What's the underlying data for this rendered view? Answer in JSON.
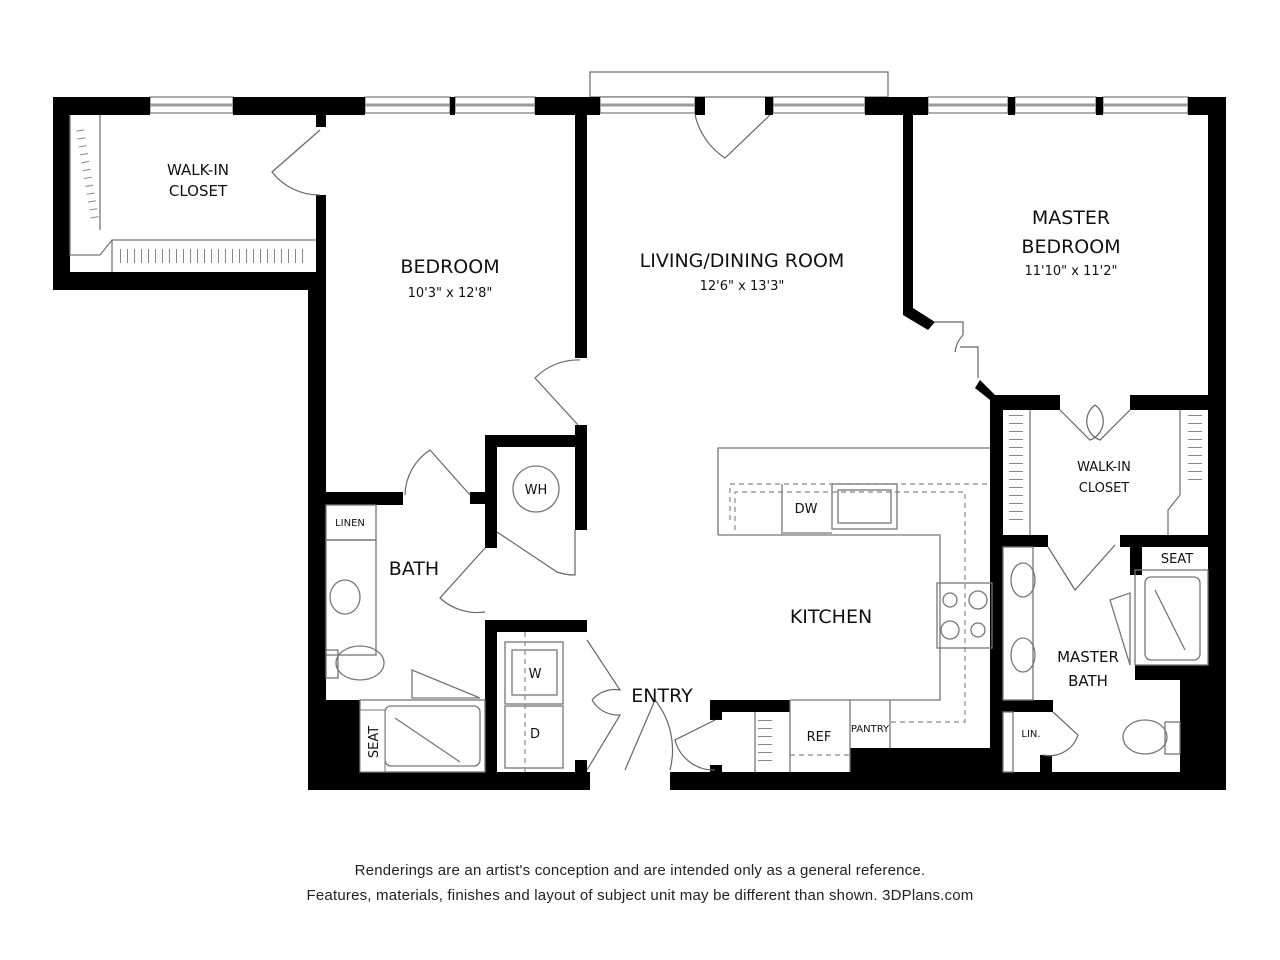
{
  "rooms": {
    "walk_in_closet_1": {
      "line1": "WALK-IN",
      "line2": "CLOSET"
    },
    "bedroom": {
      "name": "BEDROOM",
      "size": "10'3\" x 12'8\""
    },
    "living": {
      "name": "LIVING/DINING ROOM",
      "size": "12'6\" x 13'3\""
    },
    "master_bedroom": {
      "line1": "MASTER",
      "line2": "BEDROOM",
      "size": "11'10\" x 11'2\""
    },
    "walk_in_closet_2": {
      "line1": "WALK-IN",
      "line2": "CLOSET"
    },
    "bath": "BATH",
    "linen": "LINEN",
    "wh": "WH",
    "dw": "DW",
    "kitchen": "KITCHEN",
    "washer": "W",
    "dryer": "D",
    "entry": "ENTRY",
    "ref": "REF",
    "pantry": "PANTRY",
    "seat_bath": "SEAT",
    "seat_master": "SEAT",
    "master_bath": {
      "line1": "MASTER",
      "line2": "BATH"
    },
    "lin": "LIN."
  },
  "disclaimer": {
    "line1": "Renderings are an artist's conception and are intended only as a general reference.",
    "line2": "Features, materials, finishes and layout of subject unit may be different than shown. 3DPlans.com"
  }
}
